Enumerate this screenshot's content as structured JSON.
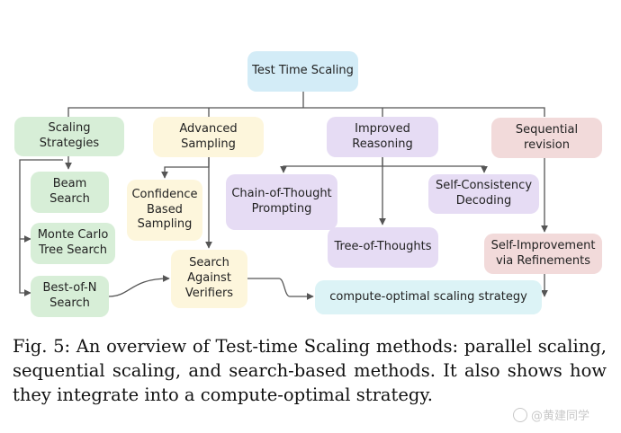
{
  "nodes": {
    "root": "Test Time Scaling",
    "scaling_strategies": "Scaling\nStrategies",
    "advanced_sampling": "Advanced\nSampling",
    "improved_reasoning": "Improved\nReasoning",
    "sequential_revision": "Sequential\nrevision",
    "beam_search": "Beam\nSearch",
    "mcts": "Monte Carlo\nTree Search",
    "best_of_n": "Best-of-N\nSearch",
    "confidence_sampling": "Confidence\nBased\nSampling",
    "search_verifiers": "Search\nAgainst\nVerifiers",
    "chain_of_thought": "Chain-of-Thought\nPrompting",
    "tree_of_thoughts": "Tree-of-Thoughts",
    "self_consistency": "Self-Consistency\nDecoding",
    "self_improvement": "Self-Improvement\nvia Refinements",
    "compute_optimal": "compute-optimal scaling strategy"
  },
  "caption": "Fig. 5: An overview of Test-time Scaling methods: parallel scaling, sequential scaling, and search-based methods. It also shows how they integrate into a compute-optimal strategy.",
  "watermark": "@黄建同学",
  "colors": {
    "blue": "#d3ecf7",
    "green": "#d7eed7",
    "yellow": "#fdf6dc",
    "purple": "#e6dcf4",
    "pink": "#f2dada",
    "cyan": "#dcf3f6",
    "edge": "#555555"
  }
}
